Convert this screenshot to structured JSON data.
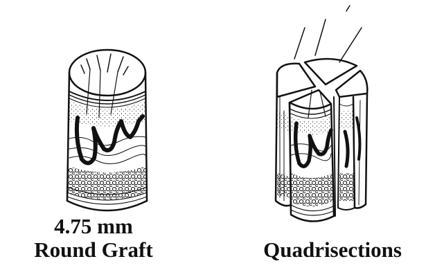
{
  "left_panel": {
    "caption_line1": "4.75 mm",
    "caption_line2": "Round Graft"
  },
  "right_panel": {
    "caption": "Quadrisections"
  },
  "colors": {
    "ink": "#111111",
    "background": "#ffffff"
  }
}
